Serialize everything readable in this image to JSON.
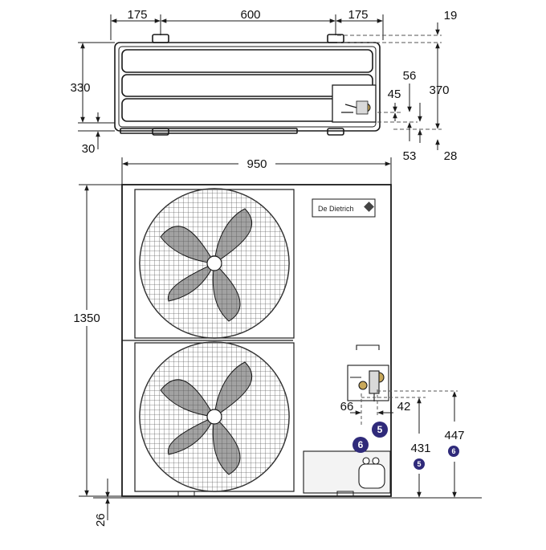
{
  "colors": {
    "line": "#1a1a1a",
    "dash": "#555555",
    "badge": "#2f2a7a",
    "panel": "#f3f3f3"
  },
  "top_view": {
    "dims": {
      "left_offset": "175",
      "center_width": "600",
      "right_offset": "175",
      "top_gap": "19",
      "depth": "330",
      "total_depth": "370",
      "foot_height": "30",
      "conn_56": "56",
      "conn_45": "45",
      "conn_53": "53",
      "conn_28": "28"
    }
  },
  "front_view": {
    "brand_label": "De Dietrich",
    "dims": {
      "width": "950",
      "height": "1350",
      "foot": "26",
      "conn_66": "66",
      "conn_42": "42",
      "conn_431": "431",
      "conn_447": "447"
    },
    "badges": {
      "main_5": "5",
      "main_6": "6",
      "small_5": "5",
      "small_6": "6"
    }
  }
}
